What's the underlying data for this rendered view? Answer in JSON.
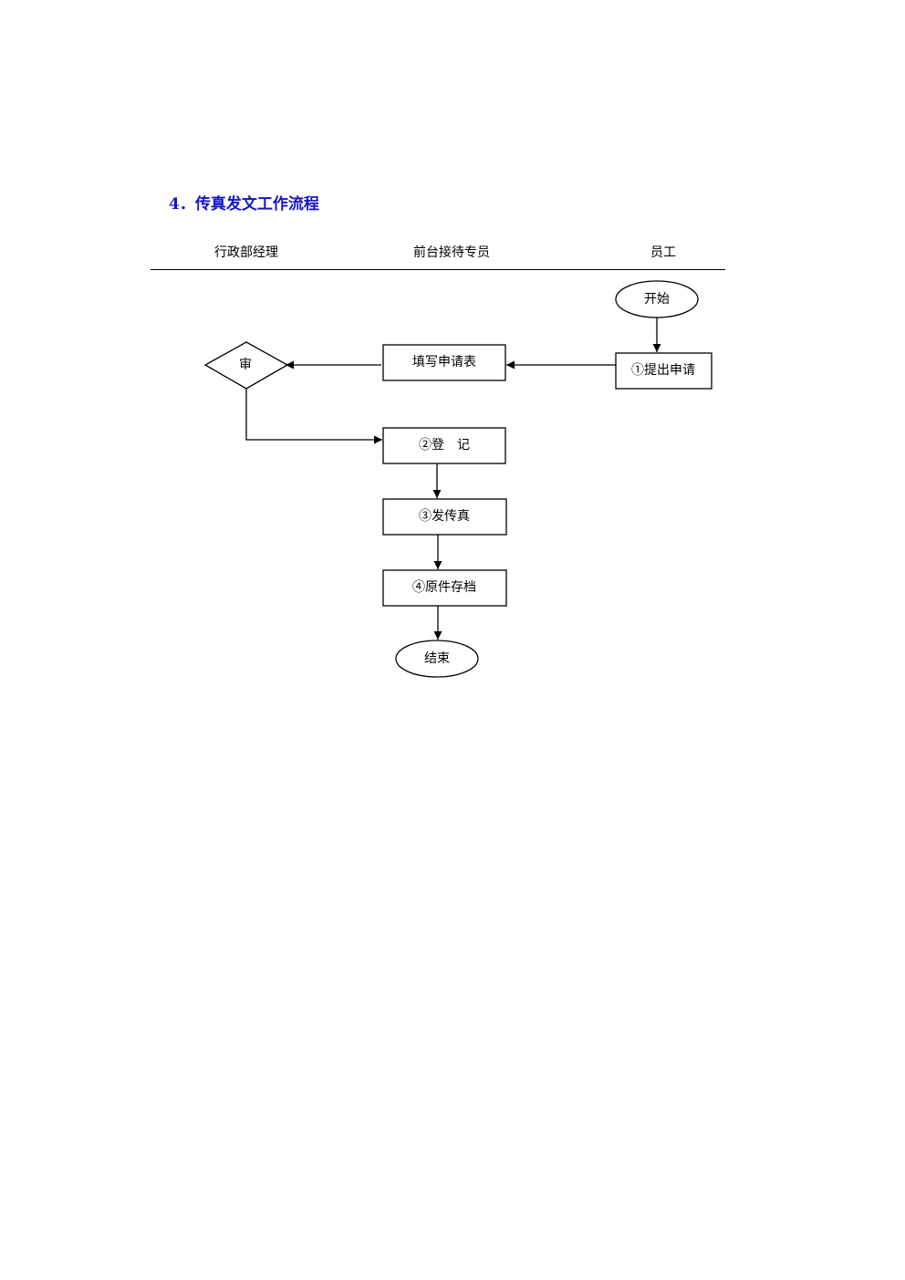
{
  "page": {
    "title": "4．传真发文工作流程",
    "title_color": "#1414c8"
  },
  "lanes": {
    "admin_manager": "行政部经理",
    "reception": "前台接待专员",
    "employee": "员工"
  },
  "nodes": {
    "start": "开始",
    "submit_request": "①提出申请",
    "fill_form": "填写申请表",
    "review": "审",
    "register": "②登　记",
    "send_fax": "③发传真",
    "archive": "④原件存档",
    "end": "结束"
  }
}
